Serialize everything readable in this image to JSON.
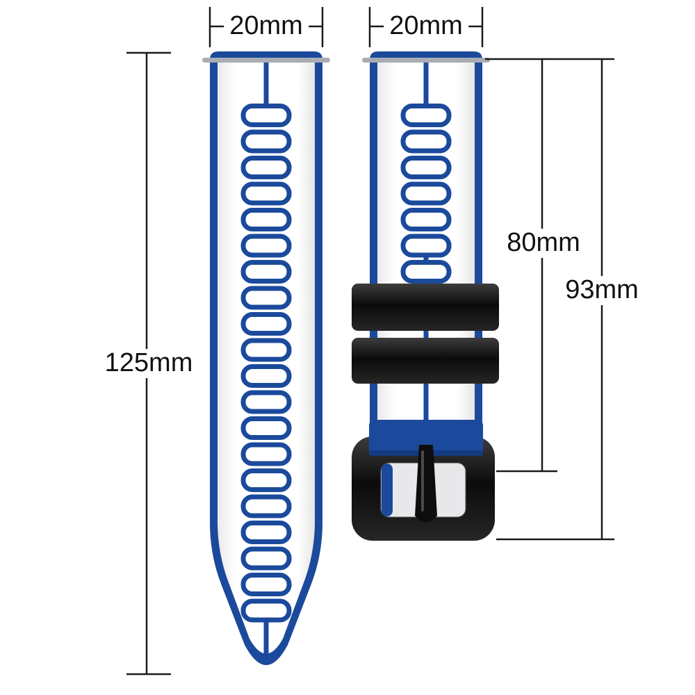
{
  "diagram": {
    "width_left_label": "20mm",
    "width_right_label": "20mm",
    "length_left_label": "125mm",
    "length_right_partial_label": "80mm",
    "length_right_total_label": "93mm"
  },
  "colors": {
    "strap_blue": "#1b4a9c",
    "strap_blue_dark": "#123a7e",
    "strap_white": "#ffffff",
    "buckle_black": "#161616",
    "spring_bar_gray": "#a8adb3",
    "dimension_line": "#1a1a1a",
    "background": "#ffffff"
  }
}
